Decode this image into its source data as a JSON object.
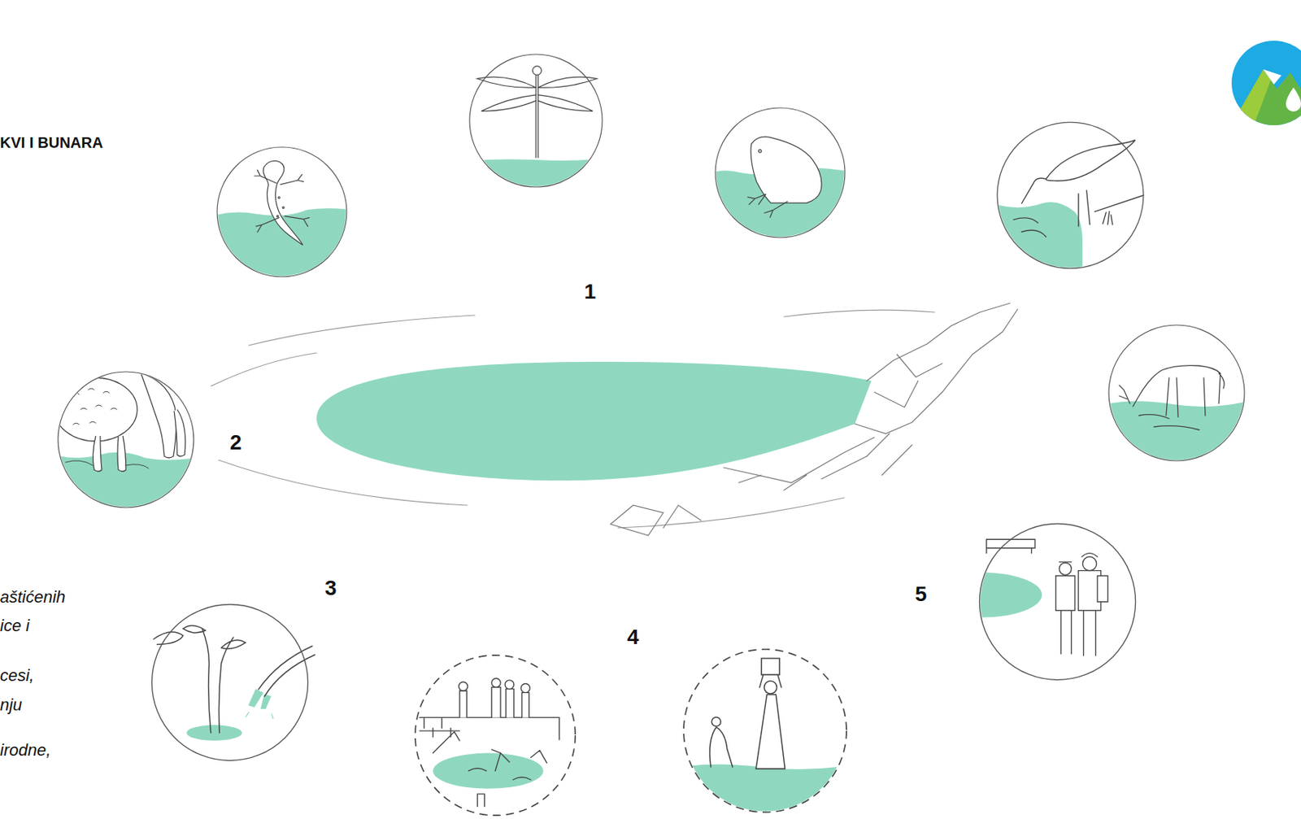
{
  "diagram": {
    "title": "KVI I BUNARA",
    "labels": [
      "1",
      "2",
      "3",
      "4",
      "5",
      "aštićenih",
      "ice i",
      "cesi,",
      "nju",
      "irodne,"
    ]
  }
}
